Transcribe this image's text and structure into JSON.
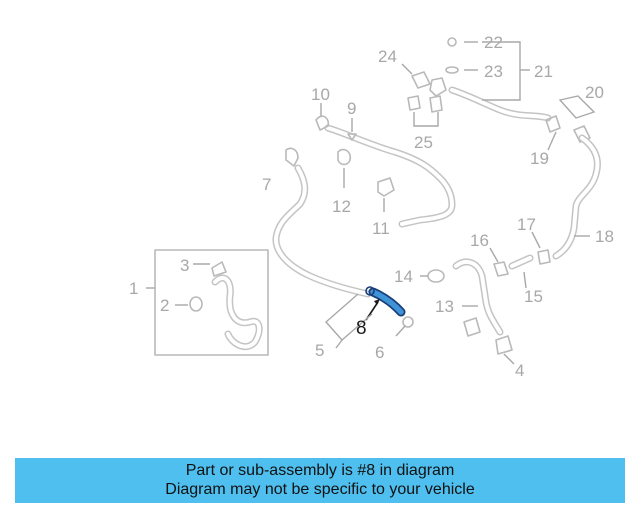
{
  "diagram": {
    "callouts": [
      "1",
      "2",
      "3",
      "4",
      "5",
      "6",
      "7",
      "8",
      "9",
      "10",
      "11",
      "12",
      "13",
      "14",
      "15",
      "16",
      "17",
      "18",
      "19",
      "20",
      "21",
      "22",
      "23",
      "24",
      "25"
    ],
    "highlighted_part": "8"
  },
  "banner": {
    "line1": "Part or sub-assembly is #8 in diagram",
    "line2": "Diagram may not be specific to your vehicle",
    "color": "#4ebfef"
  },
  "colors": {
    "line_art": "#b9b9b9",
    "label_gray": "#a8a8a8",
    "highlight_fill": "#3f93d7",
    "highlight_outline": "#1b3e78"
  }
}
